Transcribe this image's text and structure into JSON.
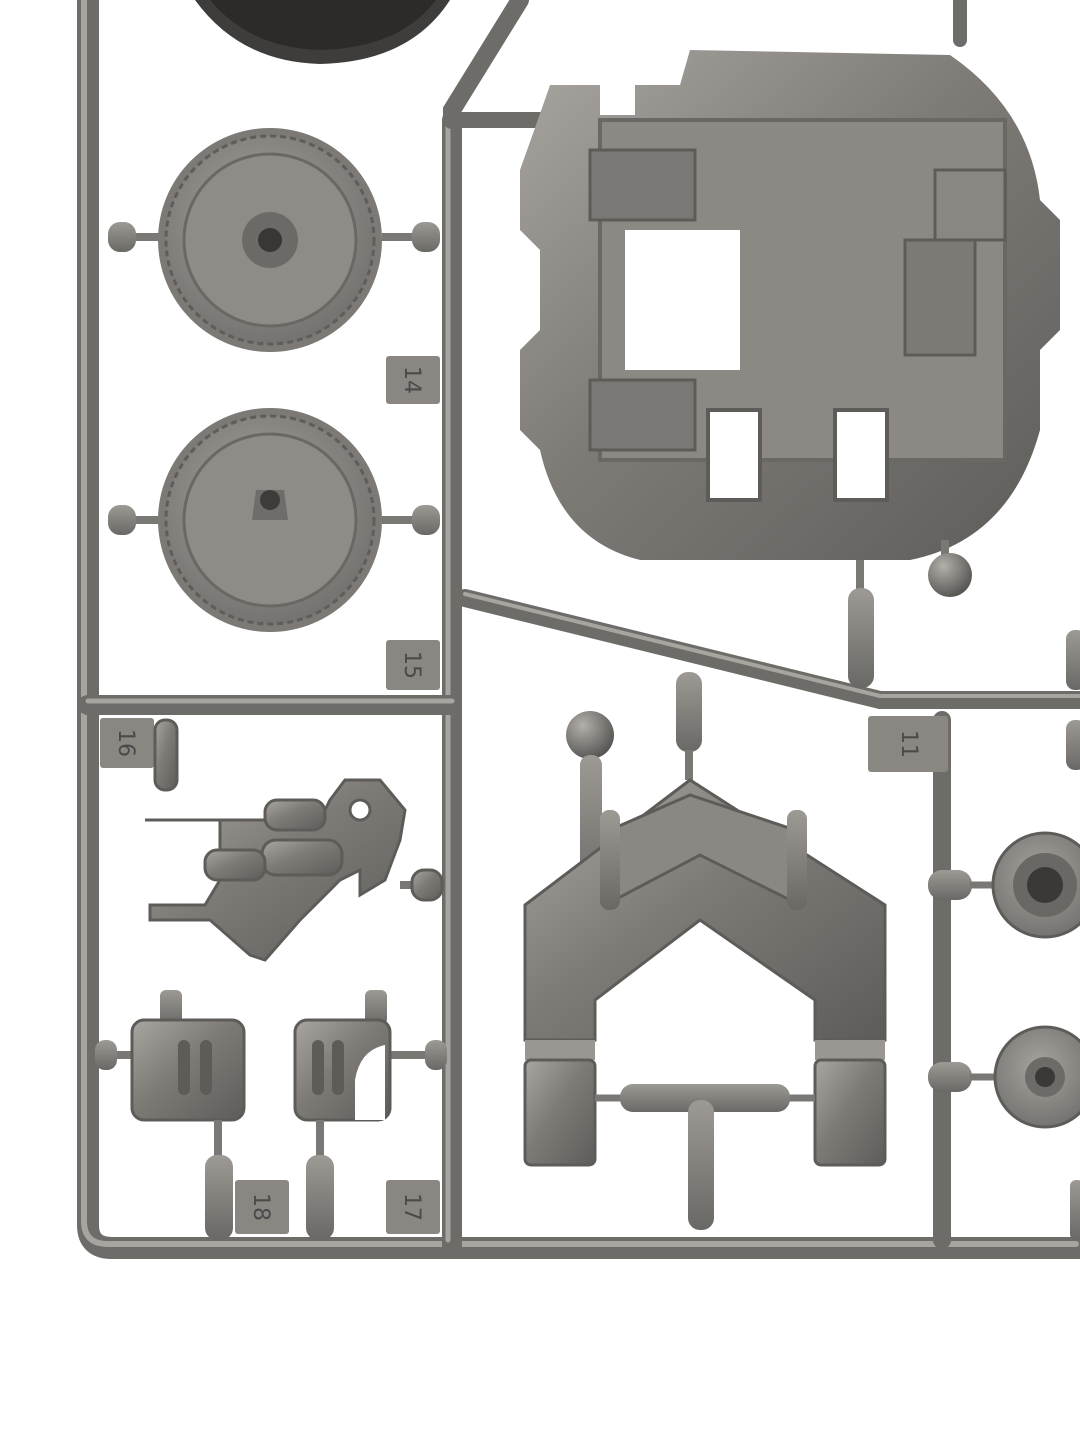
{
  "photo": {
    "part_numbers": {
      "p11": "11",
      "p14": "14",
      "p15": "15",
      "p16": "16",
      "p17": "17",
      "p18": "18"
    },
    "colors": {
      "background": "#ffffff",
      "plastic_dark": "#5f5d5b",
      "plastic_mid": "#8d8a86",
      "plastic_light": "#b9b6b1"
    }
  }
}
